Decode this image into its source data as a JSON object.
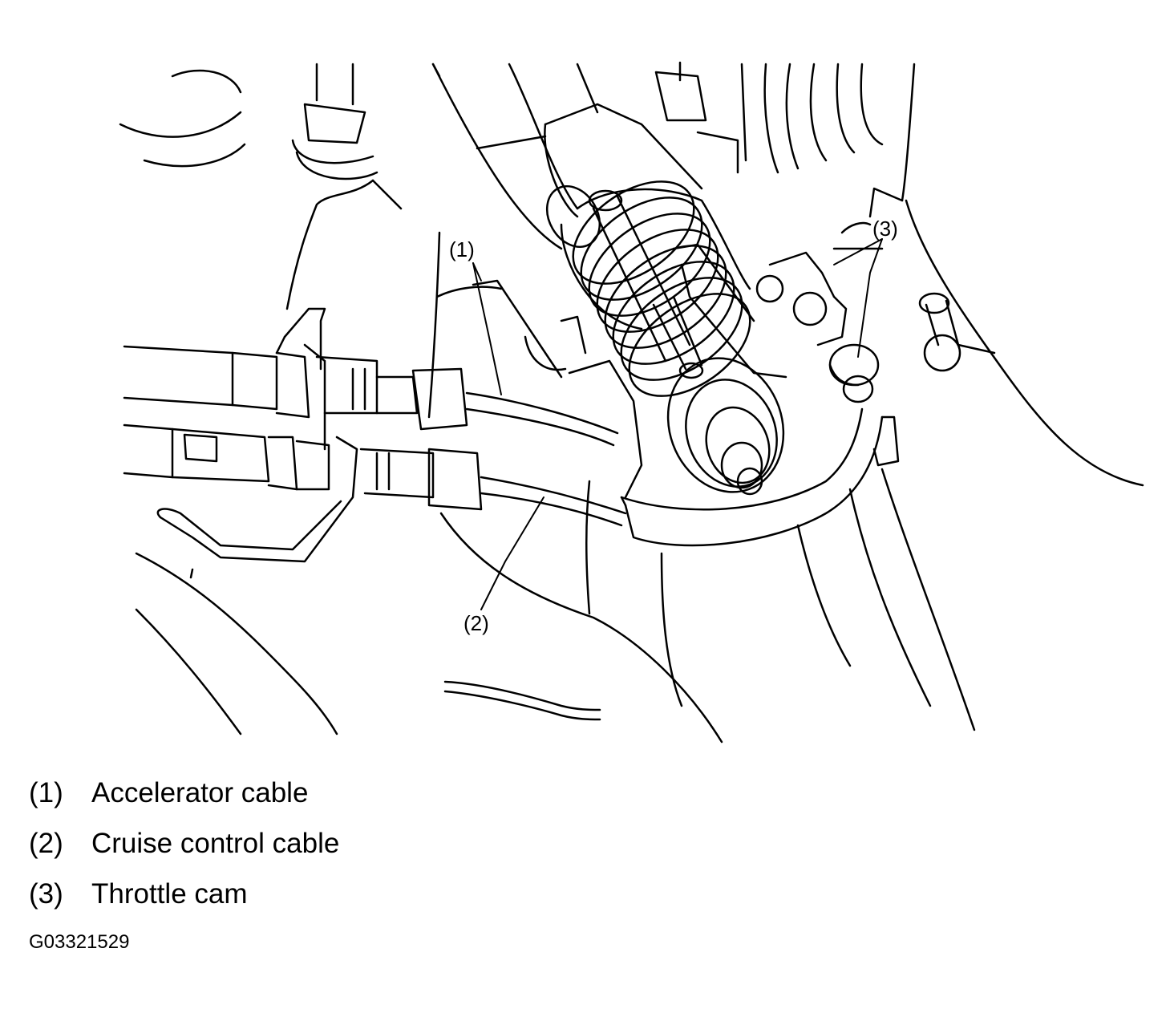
{
  "colors": {
    "line": "#000000",
    "background": "#ffffff"
  },
  "callouts": [
    {
      "id": "1",
      "label": "(1)"
    },
    {
      "id": "2",
      "label": "(2)"
    },
    {
      "id": "3",
      "label": "(3)"
    }
  ],
  "legend": [
    {
      "num": "(1)",
      "text": "Accelerator cable"
    },
    {
      "num": "(2)",
      "text": "Cruise control cable"
    },
    {
      "num": "(3)",
      "text": "Throttle cam"
    }
  ],
  "figure_id": "G03321529"
}
